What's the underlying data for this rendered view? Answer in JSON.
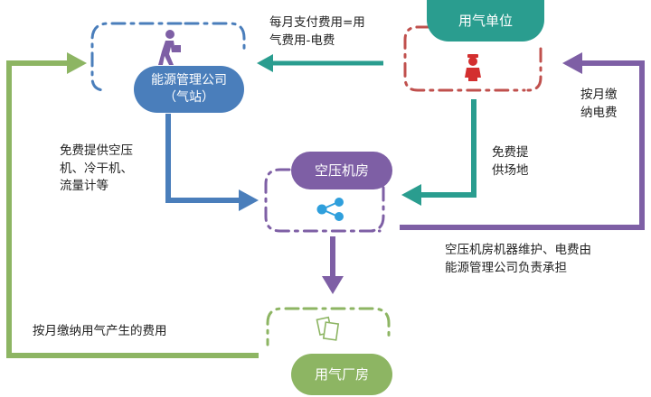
{
  "nodes": {
    "energy_company": {
      "line1": "能源管理公司",
      "line2": "（气站）"
    },
    "gas_user": {
      "label": "用气单位"
    },
    "compressor_room": {
      "label": "空压机房"
    },
    "gas_factory": {
      "label": "用气厂房"
    }
  },
  "edges": {
    "monthly_payment": [
      "每月支付费用=用",
      "气费用-电费"
    ],
    "pay_electricity": [
      "按月缴",
      "纳电费"
    ],
    "free_equipment": [
      "免费提供空压",
      "机、冷干机、",
      "流量计等"
    ],
    "free_site": [
      "免费提",
      "供场地"
    ],
    "maintenance_cost": [
      "空压机房机器维护、电费由",
      "能源管理公司负责承担"
    ],
    "gas_fee": [
      "按月缴纳用气产生的费用"
    ]
  },
  "colors": {
    "blue": "#4a7ebb",
    "teal": "#2a9d8f",
    "purple": "#7e5fa5",
    "green": "#8db563",
    "red": "#c0504d"
  }
}
